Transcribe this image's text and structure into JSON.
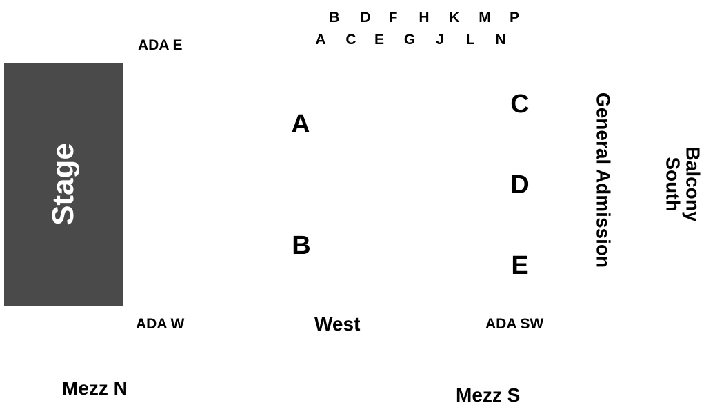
{
  "stage": {
    "label": "Stage"
  },
  "ada": {
    "east": "ADA E",
    "west": "ADA W",
    "southwest": "ADA SW"
  },
  "rows": {
    "upper": [
      "B",
      "D",
      "F",
      "H",
      "K",
      "M",
      "P"
    ],
    "lower": [
      "A",
      "C",
      "E",
      "G",
      "J",
      "L",
      "N"
    ]
  },
  "sections": {
    "a": "A",
    "b": "B",
    "c": "C",
    "d": "D",
    "e": "E"
  },
  "west": "West",
  "general_admission": "General Admission",
  "balcony_south": {
    "line1": "Balcony",
    "line2": "South"
  },
  "mezz": {
    "north": "Mezz N",
    "south": "Mezz S"
  },
  "colors": {
    "stage": "#4a4a4a",
    "text": "#000000",
    "background": "#ffffff"
  }
}
